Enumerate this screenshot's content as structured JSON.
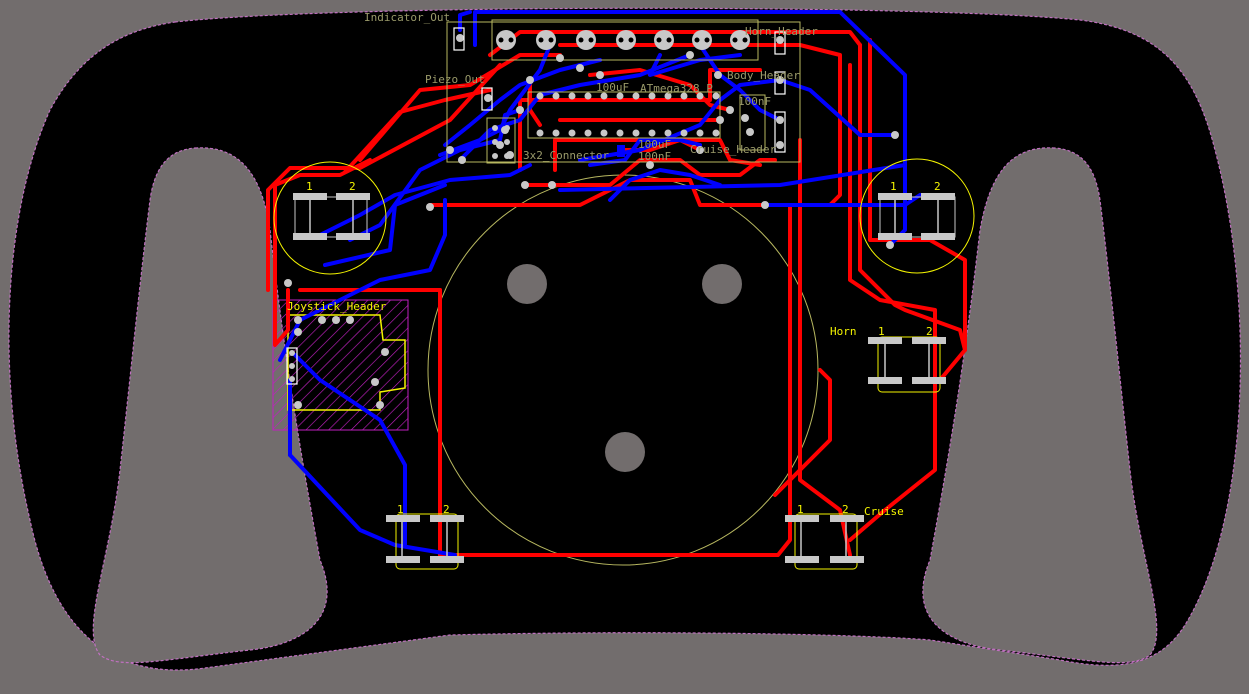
{
  "labels": {
    "indicator_out": "Indicator_Out",
    "piezo_out": "Piezo_Out",
    "horn_header": "Horn_Header",
    "body_header": "Body_Header",
    "atmega": "ATmega328 P",
    "cap_100uf_a": "100uF",
    "cap_100uf_b": "100uF",
    "cap_100nf_a": "100nF",
    "cap_100nf_b": "100nF",
    "cruise_header": "Cruise_Header",
    "connector_3x2": "3x2_Connector",
    "joystick_header": "Joystick_Header",
    "horn": "Horn",
    "cruise": "Cruise",
    "pad_1": "1",
    "pad_2": "2"
  },
  "colors": {
    "background": "#726d6d",
    "board": "#000000",
    "top_copper": "#ff0000",
    "bottom_copper": "#0000ff",
    "silkscreen": "#f4f400",
    "outline": "#c070c0",
    "hatch": "#c020c0",
    "pad": "#c8c8c8"
  }
}
